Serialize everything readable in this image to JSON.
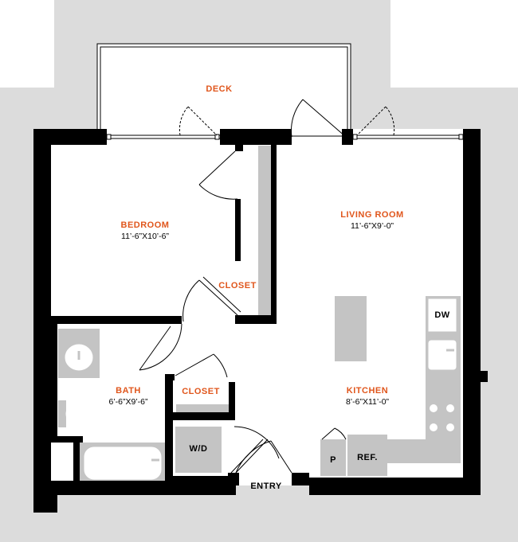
{
  "colors": {
    "background_outside": "#dcdcdc",
    "wall": "#000000",
    "floor": "#ffffff",
    "fixture": "#c4c4c4",
    "label_accent": "#e0561c",
    "label_plain": "#000000"
  },
  "rooms": {
    "deck": {
      "name": "DECK"
    },
    "bedroom": {
      "name": "BEDROOM",
      "dims": "11’-6”X10’-6”"
    },
    "living_room": {
      "name": "LIVING ROOM",
      "dims": "11’-6”X9’-0”"
    },
    "closet_bedroom": {
      "name": "CLOSET"
    },
    "bath": {
      "name": "BATH",
      "dims": "6’-6”X9’-6”"
    },
    "closet_hall": {
      "name": "CLOSET"
    },
    "kitchen": {
      "name": "KITCHEN",
      "dims": "8’-6”X11’-0”"
    }
  },
  "fixtures": {
    "dishwasher": "DW",
    "washer_dryer": "W/D",
    "pantry": "P",
    "refrigerator": "REF."
  },
  "entry": {
    "label": "ENTRY"
  }
}
